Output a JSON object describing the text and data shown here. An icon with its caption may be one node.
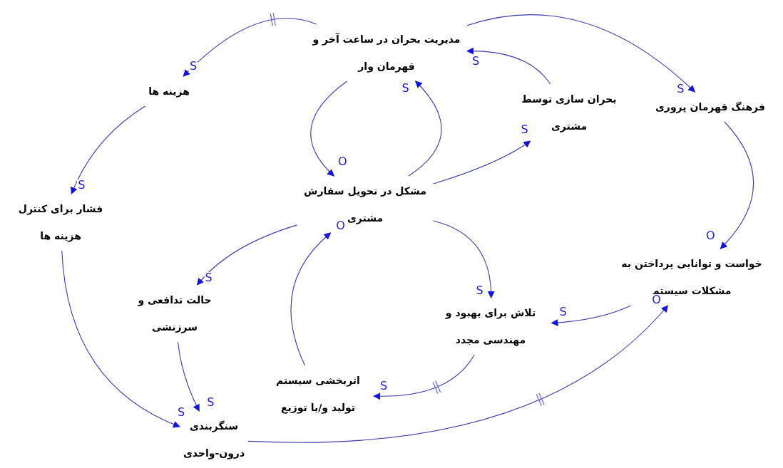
{
  "diagram": {
    "nodes": [
      {
        "text": [
          "مدیریت بحران در ساعت آخر و قهرمان وار"
        ]
      },
      {
        "text": [
          "هزینه ها"
        ]
      },
      {
        "text": [
          "بحران سازی توسط مشتری"
        ]
      },
      {
        "text": [
          "فرهنگ قهرمان پروری"
        ]
      },
      {
        "text": [
          "مشکل در تحویل سفارش مشتری"
        ]
      },
      {
        "text": [
          "فشار برای کنترل هزینه ها"
        ]
      },
      {
        "text": [
          "خواست و توانایی پرداختن به مشکلات سیستم"
        ]
      },
      {
        "text": [
          "حالت تدافعی و سرزنشی"
        ]
      },
      {
        "text": [
          "تلاش برای بهبود و مهندسی مجدد"
        ]
      },
      {
        "text": [
          "اثربخشی سیستم تولید و/یا توزیع"
        ]
      },
      {
        "text": [
          "سنگربندی درون-واحدی"
        ]
      }
    ],
    "edges": [
      {
        "from": 0,
        "to": 1,
        "arrow": "to",
        "label": "S"
      },
      {
        "from": 0,
        "to": 3,
        "arrow": "to",
        "label": "S"
      },
      {
        "from": 0,
        "to": 4,
        "arrow": "to",
        "label": "O"
      },
      {
        "from": 4,
        "to": 0,
        "arrow": "to",
        "label": "S"
      },
      {
        "from": 2,
        "to": 0,
        "arrow": "to",
        "label": "S"
      },
      {
        "from": 4,
        "to": 2,
        "arrow": "to",
        "label": "S"
      },
      {
        "from": 1,
        "to": 5,
        "arrow": "to",
        "label": "S"
      },
      {
        "from": 3,
        "to": 6,
        "arrow": "to",
        "label": "O"
      },
      {
        "from": 4,
        "to": 7,
        "arrow": "to",
        "label": "S"
      },
      {
        "from": 9,
        "to": 4,
        "arrow": "to",
        "label": "O"
      },
      {
        "from": 4,
        "to": 8,
        "arrow": "to",
        "label": "S"
      },
      {
        "from": 6,
        "to": 8,
        "arrow": "to",
        "label": "S"
      },
      {
        "from": 8,
        "to": 9,
        "arrow": "to",
        "label": "S"
      },
      {
        "from": 5,
        "to": 10,
        "arrow": "to",
        "label": "S"
      },
      {
        "from": 7,
        "to": 10,
        "arrow": "to",
        "label": "S"
      },
      {
        "from": 10,
        "to": 6,
        "arrow": "to",
        "label": "O"
      }
    ]
  }
}
